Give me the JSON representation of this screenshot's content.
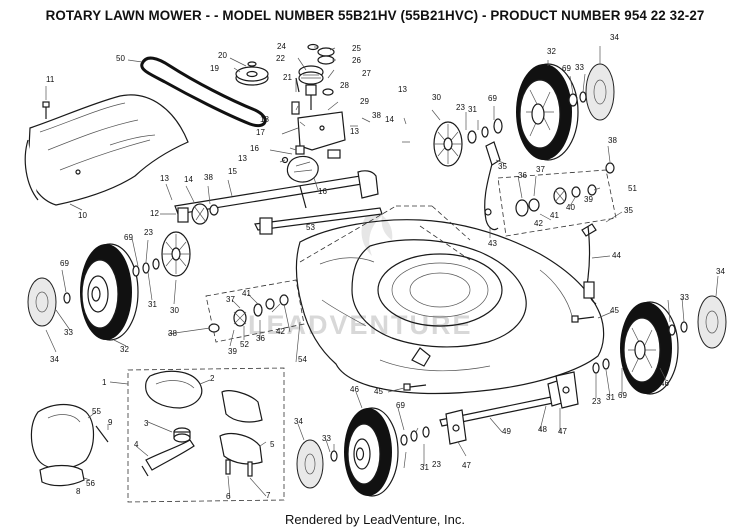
{
  "header": {
    "title": "ROTARY LAWN MOWER - - MODEL NUMBER 55B21HV (55B21HVC) - PRODUCT NUMBER 954 22 32-27"
  },
  "watermark": {
    "text": "LEADVENTURE"
  },
  "footer": {
    "text": "Rendered by LeadVenture, Inc."
  },
  "callouts": [
    {
      "id": "c50",
      "text": "50"
    },
    {
      "id": "c20",
      "text": "20"
    },
    {
      "id": "c19",
      "text": "19"
    },
    {
      "id": "c24",
      "text": "24"
    },
    {
      "id": "c25",
      "text": "25"
    },
    {
      "id": "c22",
      "text": "22"
    },
    {
      "id": "c26",
      "text": "26"
    },
    {
      "id": "c27",
      "text": "27"
    },
    {
      "id": "c21",
      "text": "21"
    },
    {
      "id": "c28",
      "text": "28"
    },
    {
      "id": "c29",
      "text": "29"
    },
    {
      "id": "c32a",
      "text": "32"
    },
    {
      "id": "c34a",
      "text": "34"
    },
    {
      "id": "c69a",
      "text": "69"
    },
    {
      "id": "c33a",
      "text": "33"
    },
    {
      "id": "c11",
      "text": "11"
    },
    {
      "id": "c18",
      "text": "18"
    },
    {
      "id": "c17",
      "text": "17"
    },
    {
      "id": "c13a",
      "text": "13"
    },
    {
      "id": "c38a",
      "text": "38"
    },
    {
      "id": "c14a",
      "text": "14"
    },
    {
      "id": "c30a",
      "text": "30"
    },
    {
      "id": "c23a",
      "text": "23"
    },
    {
      "id": "c31a",
      "text": "31"
    },
    {
      "id": "c69b",
      "text": "69"
    },
    {
      "id": "c38b",
      "text": "38"
    },
    {
      "id": "c13b",
      "text": "13"
    },
    {
      "id": "c16a",
      "text": "16"
    },
    {
      "id": "c13c",
      "text": "13"
    },
    {
      "id": "c13d",
      "text": "13"
    },
    {
      "id": "c35a",
      "text": "35"
    },
    {
      "id": "c36a",
      "text": "36"
    },
    {
      "id": "c37a",
      "text": "37"
    },
    {
      "id": "c51",
      "text": "51"
    },
    {
      "id": "c16b",
      "text": "16"
    },
    {
      "id": "c14b",
      "text": "14"
    },
    {
      "id": "c38c",
      "text": "38"
    },
    {
      "id": "c15",
      "text": "15"
    },
    {
      "id": "c10",
      "text": "10"
    },
    {
      "id": "c12",
      "text": "12"
    },
    {
      "id": "c53",
      "text": "53"
    },
    {
      "id": "c41a",
      "text": "41"
    },
    {
      "id": "c40",
      "text": "40"
    },
    {
      "id": "c39a",
      "text": "39"
    },
    {
      "id": "c42a",
      "text": "42"
    },
    {
      "id": "c35b",
      "text": "35"
    },
    {
      "id": "c43",
      "text": "43"
    },
    {
      "id": "c44",
      "text": "44"
    },
    {
      "id": "c69c",
      "text": "69"
    },
    {
      "id": "c23b",
      "text": "23"
    },
    {
      "id": "c34b",
      "text": "34"
    },
    {
      "id": "c69d",
      "text": "69"
    },
    {
      "id": "c33b",
      "text": "33"
    },
    {
      "id": "c31b",
      "text": "31"
    },
    {
      "id": "c30b",
      "text": "30"
    },
    {
      "id": "c33c",
      "text": "33"
    },
    {
      "id": "c34c",
      "text": "34"
    },
    {
      "id": "c32b",
      "text": "32"
    },
    {
      "id": "c37b",
      "text": "37"
    },
    {
      "id": "c41b",
      "text": "41"
    },
    {
      "id": "c38d",
      "text": "38"
    },
    {
      "id": "c42b",
      "text": "42"
    },
    {
      "id": "c39b",
      "text": "39"
    },
    {
      "id": "c52",
      "text": "52"
    },
    {
      "id": "c36b",
      "text": "36"
    },
    {
      "id": "c54",
      "text": "54"
    },
    {
      "id": "c45a",
      "text": "45"
    },
    {
      "id": "c45b",
      "text": "45"
    },
    {
      "id": "c1",
      "text": "1"
    },
    {
      "id": "c2",
      "text": "2"
    },
    {
      "id": "c3",
      "text": "3"
    },
    {
      "id": "c4",
      "text": "4"
    },
    {
      "id": "c5",
      "text": "5"
    },
    {
      "id": "c6",
      "text": "6"
    },
    {
      "id": "c7",
      "text": "7"
    },
    {
      "id": "c55",
      "text": "55"
    },
    {
      "id": "c9",
      "text": "9"
    },
    {
      "id": "c56",
      "text": "56"
    },
    {
      "id": "c8",
      "text": "8"
    },
    {
      "id": "c46a",
      "text": "46"
    },
    {
      "id": "c69e",
      "text": "69"
    },
    {
      "id": "c33d",
      "text": "33"
    },
    {
      "id": "c34d",
      "text": "34"
    },
    {
      "id": "c31c",
      "text": "31"
    },
    {
      "id": "c23c",
      "text": "23"
    },
    {
      "id": "c47a",
      "text": "47"
    },
    {
      "id": "c49",
      "text": "49"
    },
    {
      "id": "c48",
      "text": "48"
    },
    {
      "id": "c47b",
      "text": "47"
    },
    {
      "id": "c23d",
      "text": "23"
    },
    {
      "id": "c31d",
      "text": "31"
    },
    {
      "id": "c69f",
      "text": "69"
    },
    {
      "id": "c46b",
      "text": "46"
    }
  ]
}
